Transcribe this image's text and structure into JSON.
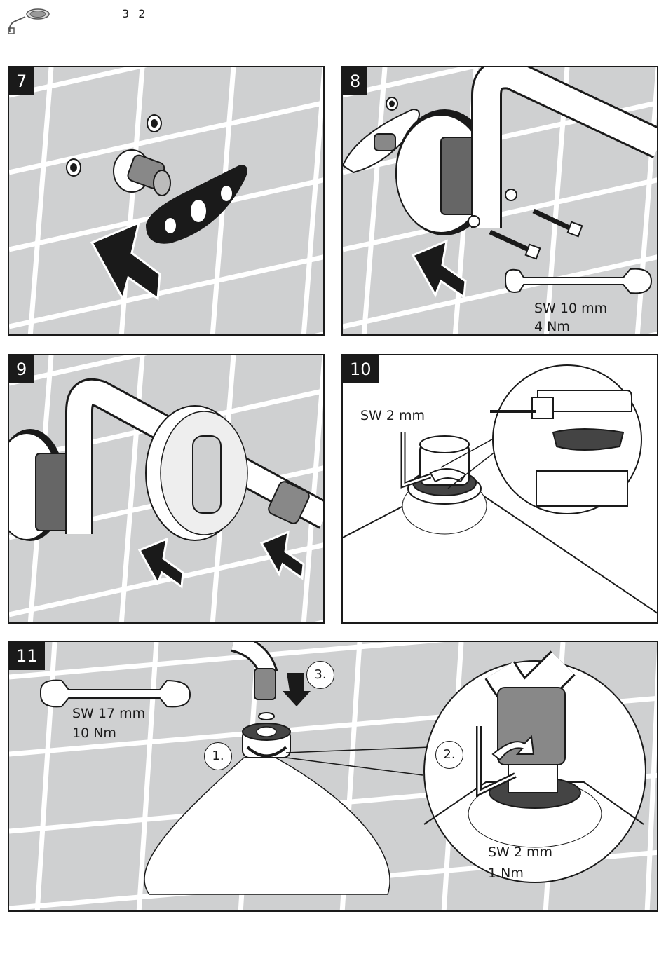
{
  "page": {
    "number": "3 2",
    "header_icon": "shower-head-icon"
  },
  "steps": [
    {
      "number": "7"
    },
    {
      "number": "8",
      "tool_labels": [
        "SW 10 mm",
        "4 Nm"
      ]
    },
    {
      "number": "9"
    },
    {
      "number": "10",
      "tool_labels": [
        "SW 2 mm"
      ]
    },
    {
      "number": "11",
      "wrench_labels": [
        "SW 17 mm",
        "10 Nm"
      ],
      "hex_labels": [
        "SW 2 mm",
        "1 Nm"
      ],
      "sub_steps": [
        "1.",
        "2.",
        "3."
      ]
    }
  ],
  "colors": {
    "tile": "#cfd0d1",
    "grout": "#ffffff",
    "ink": "#1a1a1a",
    "dark_part": "#3a3a3a"
  },
  "icons": [
    "arrow-icon",
    "screw-icon",
    "wrench-icon",
    "hex-key-icon",
    "rotate-icon",
    "pipe-icon",
    "wall-flange-icon"
  ]
}
